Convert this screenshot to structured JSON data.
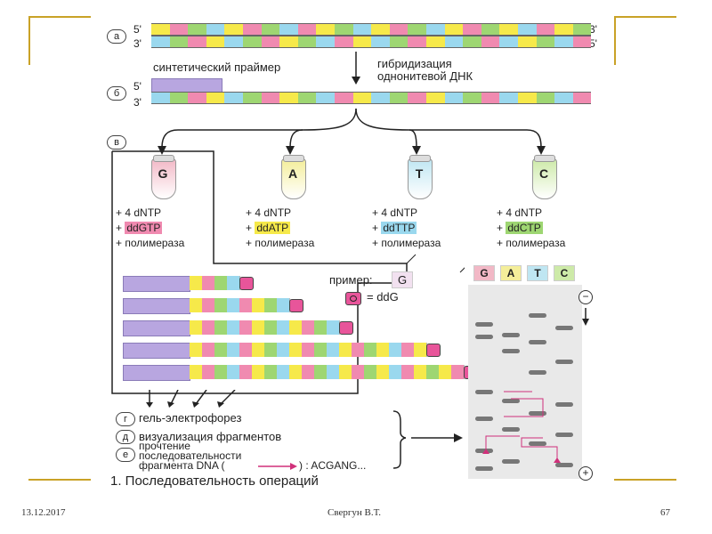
{
  "rows": {
    "a": {
      "letter": "а",
      "five": "5'",
      "three": "3'",
      "five_r": "3'",
      "three_r": "5'"
    },
    "b": {
      "letter": "б",
      "five": "5'",
      "three": "3'"
    },
    "v": {
      "letter": "в"
    },
    "g": {
      "letter": "г",
      "text": "гель-электрофорез"
    },
    "d": {
      "letter": "д",
      "text": "визуализация фрагментов"
    },
    "e": {
      "letter": "е",
      "text1": "прочтение",
      "text2": "последовательности",
      "text3": "фрагмента DNA (",
      "text4": ") : ACGANG..."
    }
  },
  "labels": {
    "primer": "синтетический праймер",
    "hybrid1": "гибридизация",
    "hybrid2": "однонитевой ДНК"
  },
  "tubes": [
    {
      "letter": "G",
      "color": "#f2b8c6",
      "dntp": "+ 4 dNTP",
      "dd": "ddGTP",
      "dd_color": "#f08ab0",
      "pol": "+ полимераза"
    },
    {
      "letter": "A",
      "color": "#f4ee9a",
      "dntp": "+ 4 dNTP",
      "dd": "ddATP",
      "dd_color": "#f6e94a",
      "pol": "+ полимераза"
    },
    {
      "letter": "T",
      "color": "#bfe6f2",
      "dntp": "+ 4 dNTP",
      "dd": "ddTTP",
      "dd_color": "#9ad8ee",
      "pol": "+ полимераза"
    },
    {
      "letter": "C",
      "color": "#cdeaa8",
      "dntp": "+ 4 dNTP",
      "dd": "ddCTP",
      "dd_color": "#9ed672",
      "pol": "+ полимераза"
    }
  ],
  "example": {
    "label": "пример:",
    "letter": "G",
    "dd_text": "= ddG"
  },
  "gel_lanes": [
    "G",
    "A",
    "T",
    "C"
  ],
  "gel_lane_colors": [
    "#f2b8c6",
    "#f4ee9a",
    "#bfe6f2",
    "#cdeaa8"
  ],
  "gel_minus": "−",
  "gel_plus": "+",
  "caption": "1. Последовательность операций",
  "footer": {
    "date": "13.12.2017",
    "author": "Свергун В.Т.",
    "page": "67"
  },
  "colors": {
    "G": "#f08ab0",
    "A": "#f6e94a",
    "T": "#9ad8ee",
    "C": "#9ed672",
    "primer": "#b8a6e0"
  }
}
